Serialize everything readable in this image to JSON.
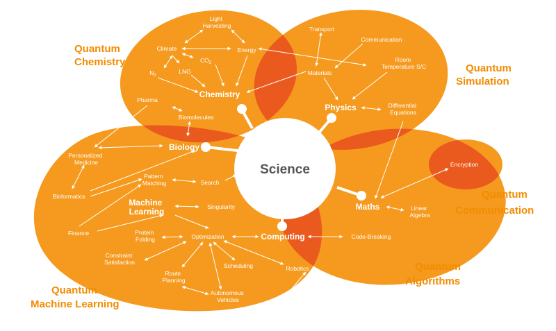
{
  "colors": {
    "blob": "#f59a1e",
    "overlap": "#ea5a1e",
    "label": "#f28c00",
    "center_text": "#555555",
    "line": "#ffffff"
  },
  "center": {
    "label": "Science"
  },
  "regions": [
    {
      "id": "chemistry",
      "lines": [
        "Quantum",
        "Chemistry"
      ]
    },
    {
      "id": "simulation",
      "lines": [
        "Quantum",
        "Simulation"
      ]
    },
    {
      "id": "communication",
      "lines": [
        "Quantum",
        "Communication"
      ]
    },
    {
      "id": "algorithms",
      "lines": [
        "Quantum",
        "Algorithms"
      ]
    },
    {
      "id": "ml",
      "lines": [
        "Quantum",
        "Machine Learning"
      ]
    }
  ],
  "major_nodes": {
    "chemistry": "Chemistry",
    "physics": "Physics",
    "biology": "Biology",
    "machine_learning": [
      "Machine",
      "Learning"
    ],
    "computing": "Computing",
    "maths": "Maths"
  },
  "nodes": {
    "light_harvesting": [
      "Light",
      "Harvesting"
    ],
    "climate": "Climate",
    "energy": "Energy",
    "co2": "CO",
    "co2_sub": "2",
    "n2": "N",
    "n2_sub": "2",
    "lng": "LNG",
    "pharma": "Pharma",
    "biomolecules": "Biomolecules",
    "transport": "Transport",
    "communication": "Communication",
    "room_temp": [
      "Room",
      "Temperature S/C"
    ],
    "materials": "Materials",
    "differential": [
      "Differential",
      "Equations"
    ],
    "personalized": [
      "Personalized",
      "Medicine"
    ],
    "bioformatics": "Bioformatics",
    "pattern": [
      "Pattern",
      "Matching"
    ],
    "search": "Search",
    "singularity": "Singularity",
    "finance": "Finance",
    "protein": [
      "Protein",
      "Folding"
    ],
    "optimization": "Optimization",
    "constraint": [
      "Constraint",
      "Satisfaction"
    ],
    "route": [
      "Route",
      "Planning"
    ],
    "scheduling": "Scheduling",
    "robotics": "Robotics",
    "autonomous": [
      "Autonomous",
      "Vehicles"
    ],
    "code_breaking": "Code-Breaking",
    "encryption": "Encryption",
    "linear_algebra": [
      "Linear",
      "Algebra"
    ]
  }
}
